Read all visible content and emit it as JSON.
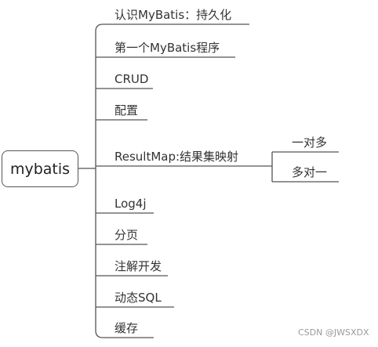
{
  "root": {
    "label": "mybatis"
  },
  "branches": [
    {
      "label": "认识MyBatis：持久化"
    },
    {
      "label": "第一个MyBatis程序"
    },
    {
      "label": "CRUD"
    },
    {
      "label": "配置"
    },
    {
      "label": "ResultMap:结果集映射"
    },
    {
      "label": "Log4j"
    },
    {
      "label": "分页"
    },
    {
      "label": "注解开发"
    },
    {
      "label": "动态SQL"
    },
    {
      "label": "缓存"
    }
  ],
  "resultmap_children": [
    {
      "label": "一对多"
    },
    {
      "label": "多对一"
    }
  ],
  "watermark": "CSDN @JWSXDX",
  "colors": {
    "line": "#555555",
    "text": "#333333",
    "background": "#ffffff"
  }
}
